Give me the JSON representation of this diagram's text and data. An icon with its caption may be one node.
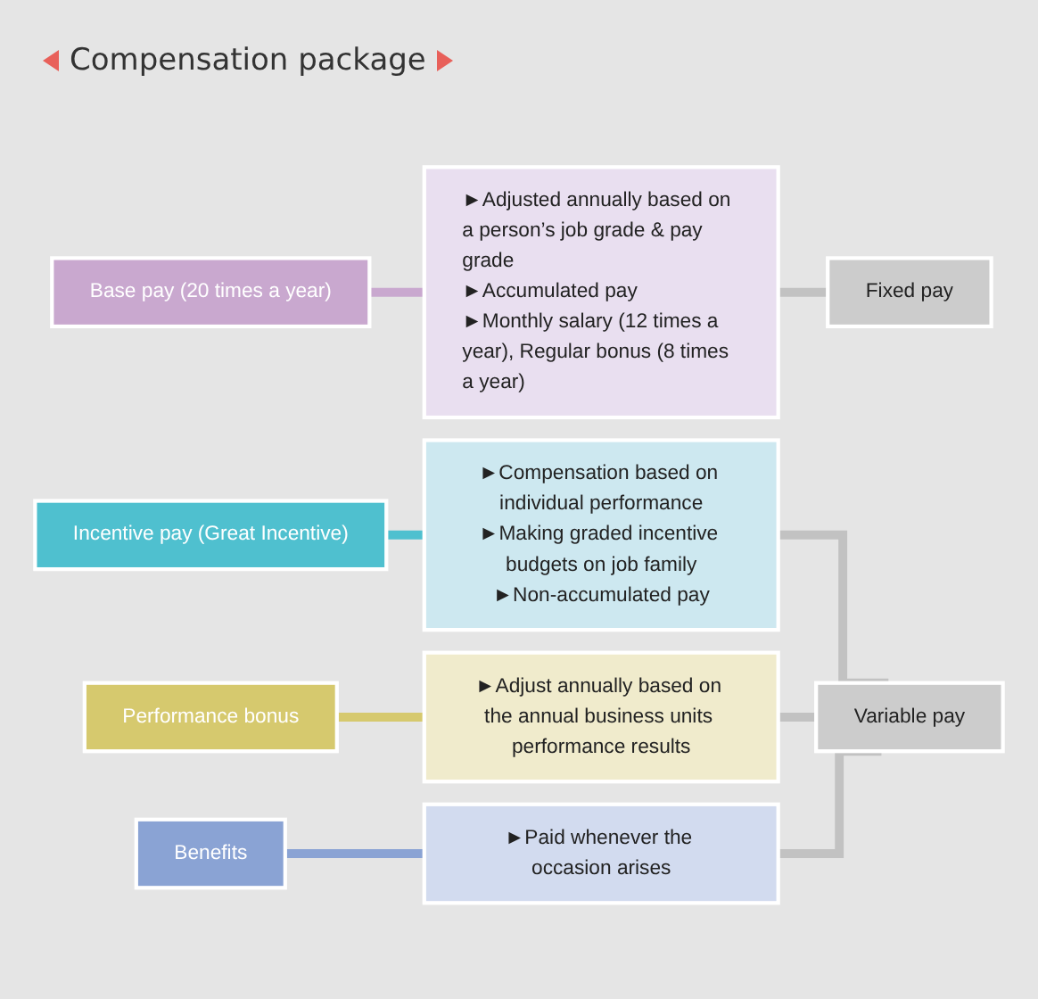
{
  "diagram": {
    "title": "Compensation package",
    "nodes": [
      {
        "text": [
          "Base pay (20 times a year)"
        ]
      },
      {
        "text": [
          "►Adjusted annually based on a person’s job grade & pay grade",
          "►Accumulated pay",
          "►Monthly salary (12 times a year), Regular bonus (8 times a year)"
        ]
      },
      {
        "text": [
          "Fixed pay"
        ]
      },
      {
        "text": [
          "Incentive pay (Great Incentive)"
        ]
      },
      {
        "text": [
          "►Compensation based on individual performance",
          "►Making graded incentive budgets on job family",
          "►Non-accumulated pay"
        ]
      },
      {
        "text": [
          "Performance bonus"
        ]
      },
      {
        "text": [
          "►Adjust annually based on the annual business units performance results"
        ]
      },
      {
        "text": [
          "Benefits"
        ]
      },
      {
        "text": [
          "►Paid whenever the occasion arises"
        ]
      },
      {
        "text": [
          "Variable pay"
        ]
      }
    ],
    "edges": [
      {
        "from": 0,
        "to": 1,
        "arrow": "none",
        "color": "#c9a8cf"
      },
      {
        "from": 1,
        "to": 2,
        "arrow": "none"
      },
      {
        "from": 3,
        "to": 4,
        "arrow": "none",
        "color": "#4fc0cf"
      },
      {
        "from": 4,
        "to": 9,
        "arrow": "none"
      },
      {
        "from": 5,
        "to": 6,
        "arrow": "none",
        "color": "#d6c96e"
      },
      {
        "from": 6,
        "to": 9,
        "arrow": "none"
      },
      {
        "from": 7,
        "to": 8,
        "arrow": "none",
        "color": "#8aa3d4"
      },
      {
        "from": 8,
        "to": 9,
        "arrow": "none"
      }
    ]
  }
}
